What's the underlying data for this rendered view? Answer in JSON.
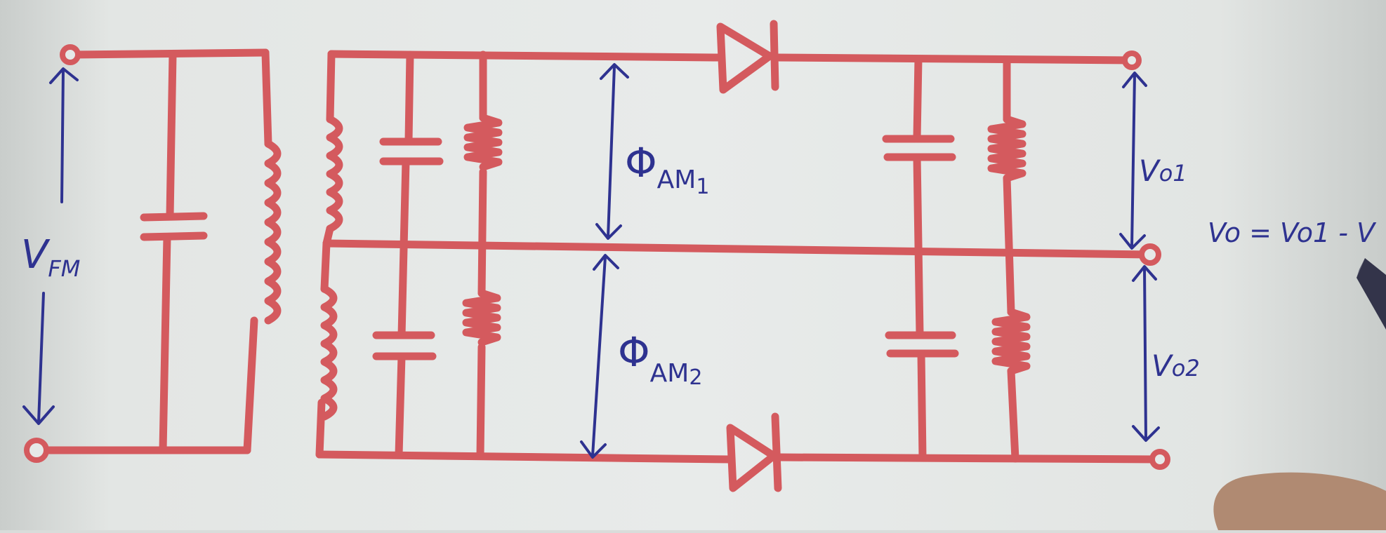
{
  "diagram": {
    "wire_color": "#d45a5e",
    "ink_color": "#2e3290",
    "labels": {
      "input_voltage": "V",
      "input_voltage_sub": "FM",
      "phase_1": "Φ",
      "phase_1_sub": "AM",
      "phase_1_index": "1",
      "phase_2": "Φ",
      "phase_2_sub": "AM",
      "phase_2_index": "2",
      "output_1": "V",
      "output_1_sub": "o1",
      "output_2": "V",
      "output_2_sub": "o2",
      "equation": "Vo = Vo1 - V"
    }
  }
}
